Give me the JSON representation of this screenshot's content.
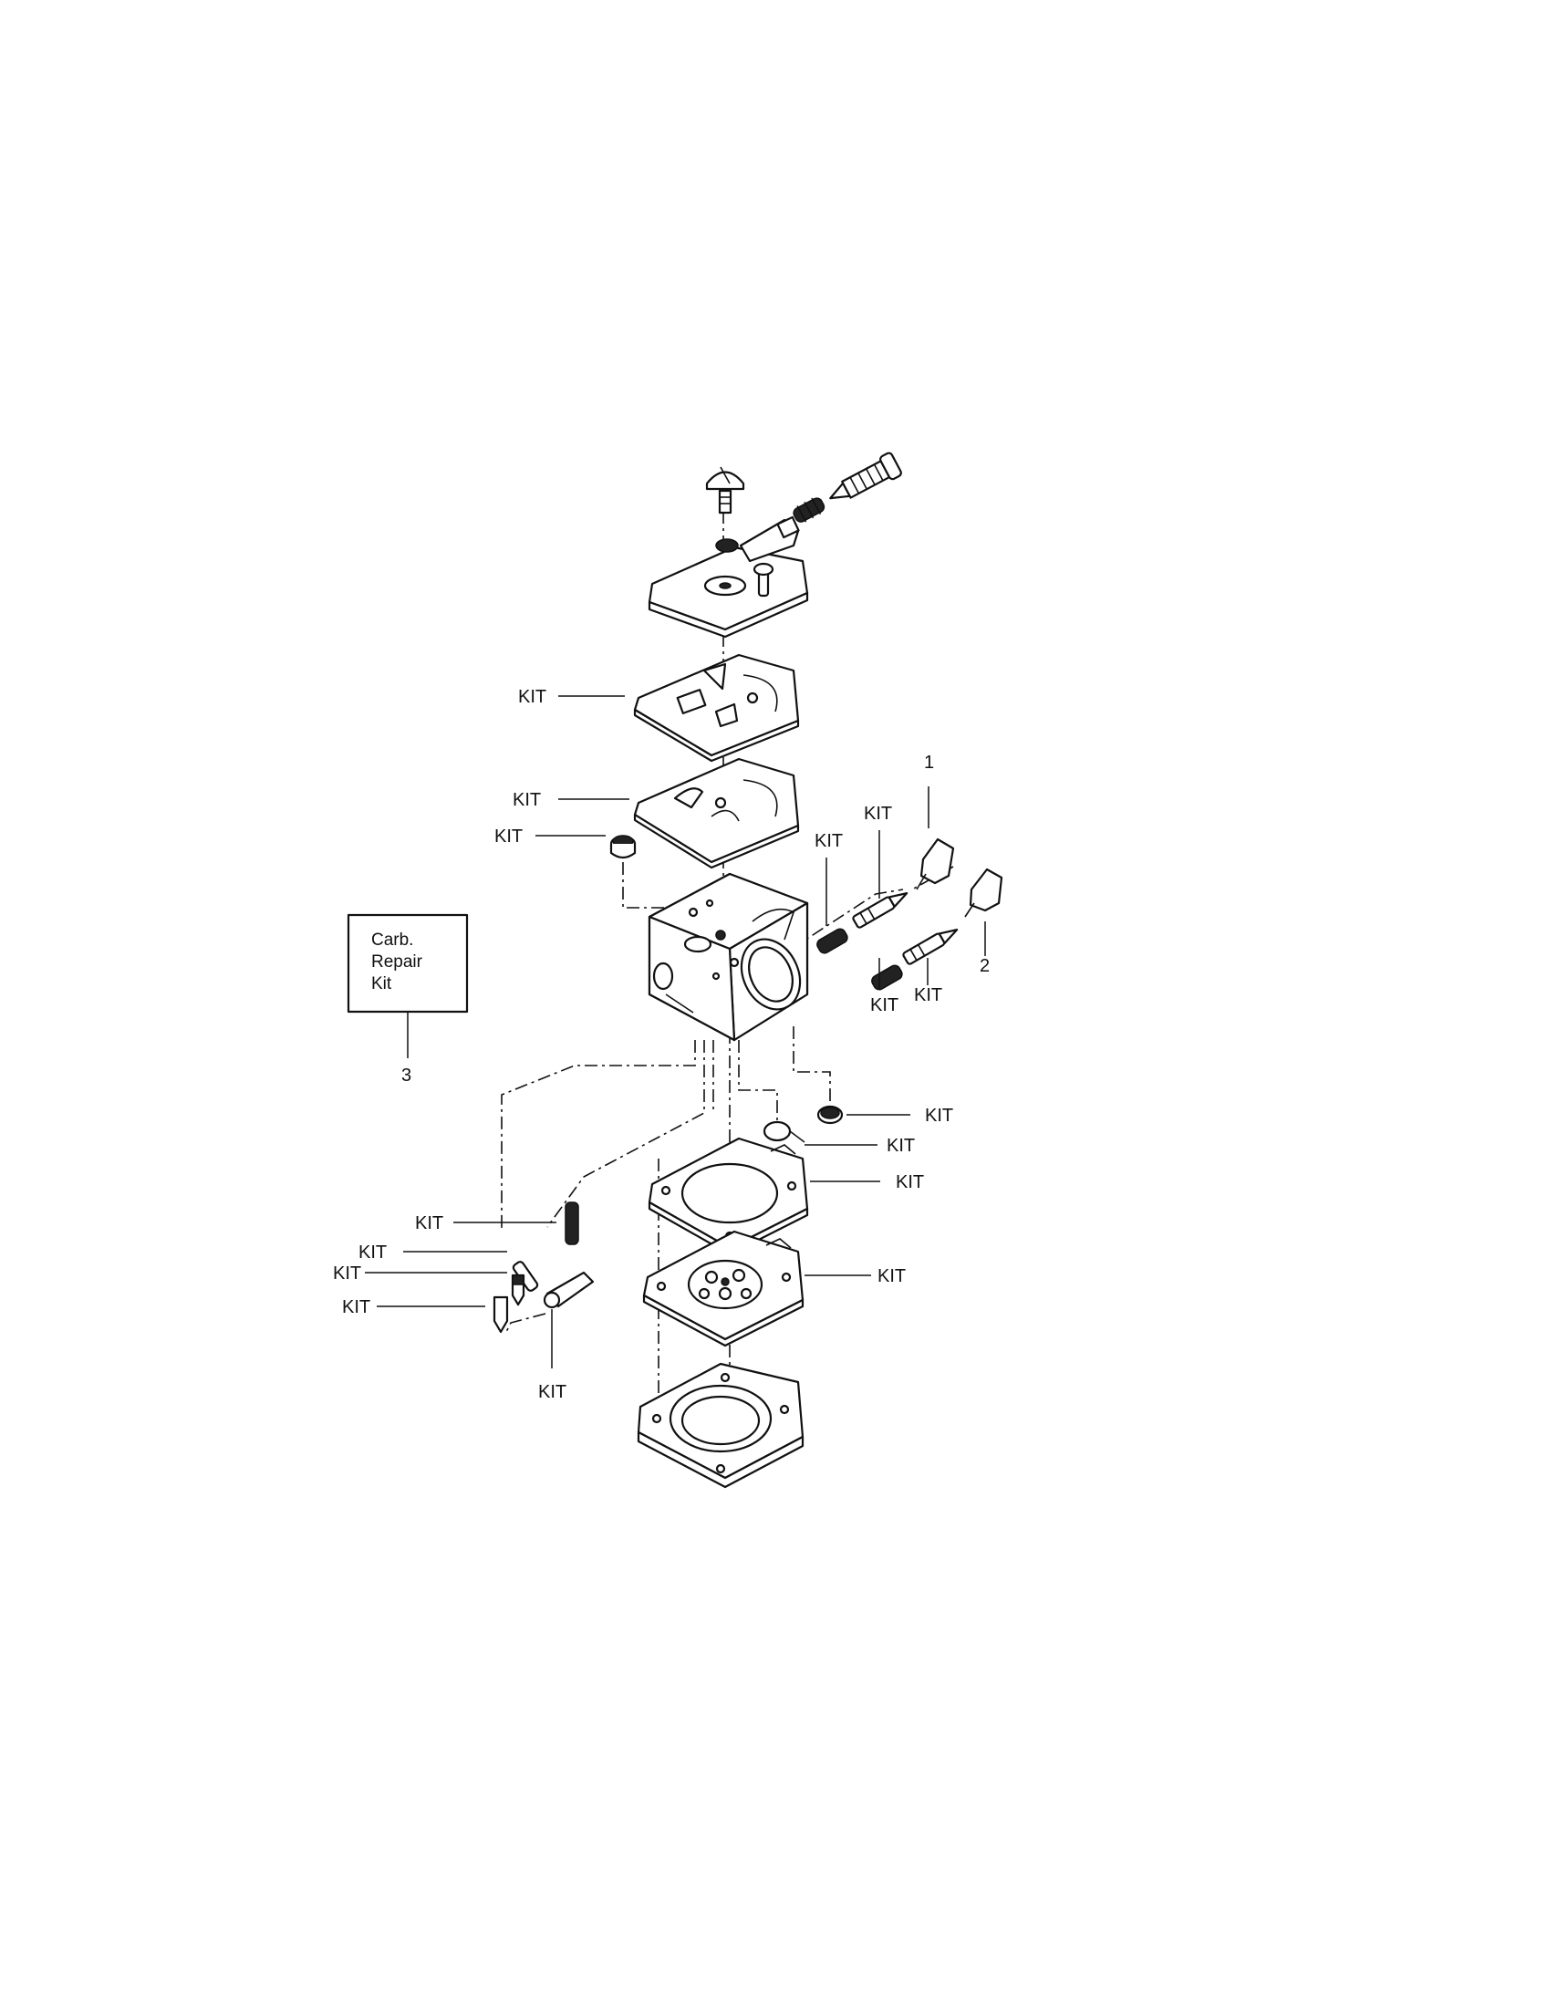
{
  "callouts": {
    "kit_label": "KIT",
    "ref_1": "1",
    "ref_2": "2",
    "ref_3": "3"
  },
  "kit_box": {
    "line1": "Carb.",
    "line2": "Repair",
    "line3": "Kit"
  }
}
